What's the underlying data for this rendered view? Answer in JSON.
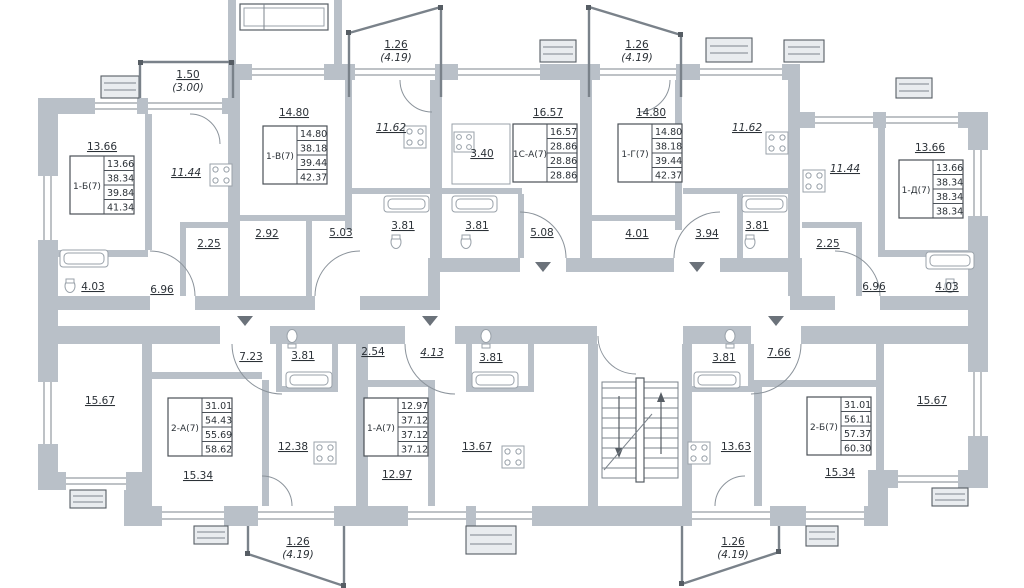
{
  "plan_type": "floor-plan",
  "apartments": [
    {
      "name": "1-Б(7)",
      "table": [
        "13.66",
        "38.34",
        "39.84",
        "41.34"
      ],
      "rooms": {
        "room": "13.66",
        "kitchen": "11.44",
        "bath": "2.25",
        "wc": "4.03",
        "hall": "6.96"
      }
    },
    {
      "name": "1-В(7)",
      "table": [
        "14.80",
        "38.18",
        "39.44",
        "42.37"
      ],
      "rooms": {
        "room": "14.80",
        "kitchen": "11.62",
        "bath": "2.92",
        "hall": "5.03",
        "wc": "3.81"
      }
    },
    {
      "name": "1С-А(7)",
      "table": [
        "16.57",
        "28.86",
        "28.86",
        "28.86"
      ],
      "rooms": {
        "room": "16.57",
        "kitchen": "3.40",
        "wc": "3.81",
        "hall": "5.08"
      }
    },
    {
      "name": "1-Г(7)",
      "table": [
        "14.80",
        "38.18",
        "39.44",
        "42.37"
      ],
      "rooms": {
        "room": "14.80",
        "kitchen": "11.62",
        "hall": "4.01",
        "bath": "3.94",
        "wc": "3.81"
      }
    },
    {
      "name": "1-Д(7)",
      "table": [
        "13.66",
        "38.34",
        "38.34",
        "38.34"
      ],
      "rooms": {
        "room": "13.66",
        "kitchen": "11.44",
        "bath": "2.25",
        "hall": "6.96",
        "wc": "4.03"
      }
    },
    {
      "name": "2-А(7)",
      "table": [
        "31.01",
        "54.43",
        "55.69",
        "58.62"
      ],
      "rooms": {
        "living": "15.67",
        "hall": "7.23",
        "wc": "3.81",
        "kitchen": "12.38",
        "room": "15.34"
      }
    },
    {
      "name": "1-А(7)",
      "table": [
        "12.97",
        "37.12",
        "37.12",
        "37.12"
      ],
      "rooms": {
        "hall": "2.54",
        "corridor": "4.13",
        "wc": "3.81",
        "kitchen": "13.67",
        "room": "12.97"
      }
    },
    {
      "name": "2-Б(7)",
      "table": [
        "31.01",
        "56.11",
        "57.37",
        "60.30"
      ],
      "rooms": {
        "wc": "3.81",
        "hall": "7.66",
        "kitchen": "13.63",
        "room": "15.34",
        "living": "15.67"
      }
    }
  ],
  "balconies": [
    {
      "area": "1.50",
      "total": "(3.00)"
    },
    {
      "area": "1.26",
      "total": "(4.19)"
    },
    {
      "area": "1.26",
      "total": "(4.19)"
    },
    {
      "area": "1.26",
      "total": "(4.19)"
    },
    {
      "area": "1.26",
      "total": "(4.19)"
    }
  ],
  "colors": {
    "wall": "#b9c0c8",
    "line": "#99a1a9",
    "text": "#2b3137",
    "table_border": "#4b5158"
  }
}
